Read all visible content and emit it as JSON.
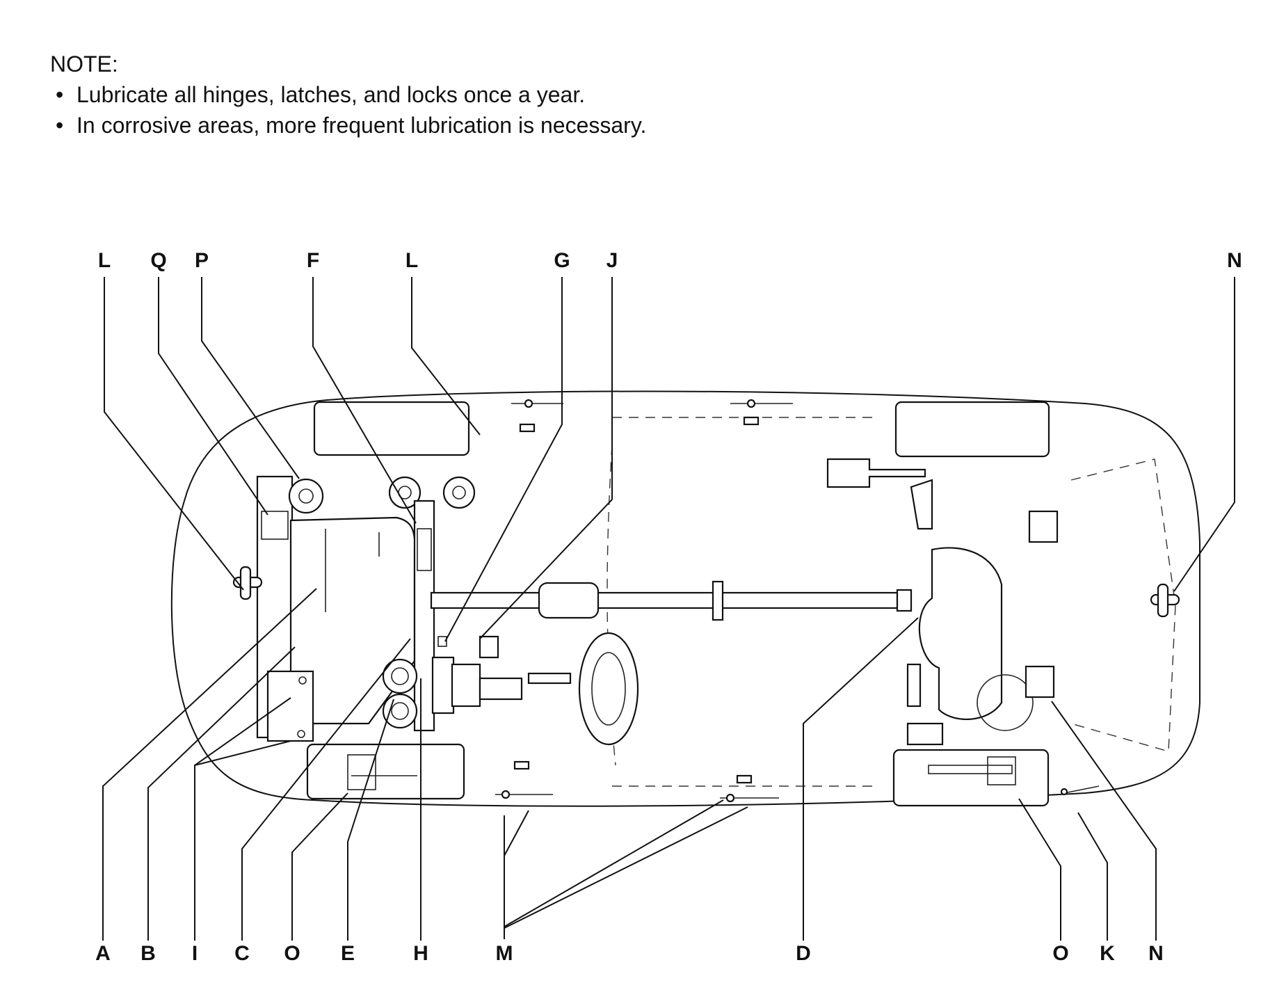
{
  "note": {
    "title": "NOTE:",
    "items": [
      "Lubricate all hinges, latches, and locks once a year.",
      "In corrosive areas, more frequent lubrication is necessary."
    ]
  },
  "labels": {
    "top": [
      "L",
      "Q",
      "P",
      "F",
      "L",
      "G",
      "J",
      "N"
    ],
    "bottom": [
      "A",
      "B",
      "I",
      "C",
      "O",
      "E",
      "H",
      "M",
      "D",
      "O",
      "K",
      "N"
    ]
  }
}
